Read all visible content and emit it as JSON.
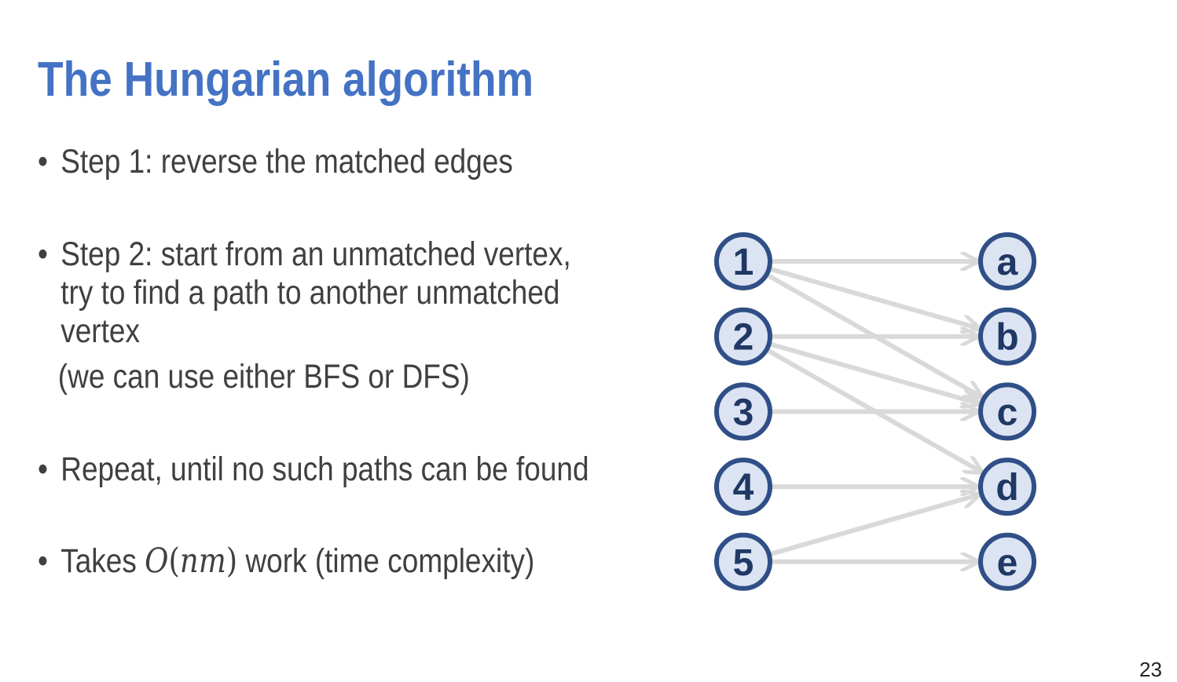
{
  "title": "The Hungarian algorithm",
  "bullets": {
    "step1": "Step 1: reverse the matched edges",
    "step2_l1": "Step 2: start from an unmatched vertex,",
    "step2_l2": "try to find a path to another unmatched",
    "step2_l3": "vertex",
    "step2_note": "(we can use either BFS or DFS)",
    "repeat": "Repeat, until no such paths can be found",
    "takes_pre": "Takes ",
    "takes_math_O": "O",
    "takes_math_lp": "(",
    "takes_math_nm": "nm",
    "takes_math_rp": ")",
    "takes_post": " work (time complexity)"
  },
  "bullet_glyph": "•",
  "graph": {
    "left_nodes": [
      "1",
      "2",
      "3",
      "4",
      "5"
    ],
    "right_nodes": [
      "a",
      "b",
      "c",
      "d",
      "e"
    ],
    "edges": [
      [
        "1",
        "a"
      ],
      [
        "1",
        "b"
      ],
      [
        "1",
        "c"
      ],
      [
        "2",
        "b"
      ],
      [
        "2",
        "c"
      ],
      [
        "2",
        "d"
      ],
      [
        "3",
        "c"
      ],
      [
        "4",
        "d"
      ],
      [
        "5",
        "d"
      ],
      [
        "5",
        "e"
      ]
    ],
    "colors": {
      "node_fill": "#dce3f3",
      "node_stroke": "#2f4f86",
      "label": "#1f3864",
      "edge": "#d9d9d9"
    }
  },
  "page_number": "23"
}
